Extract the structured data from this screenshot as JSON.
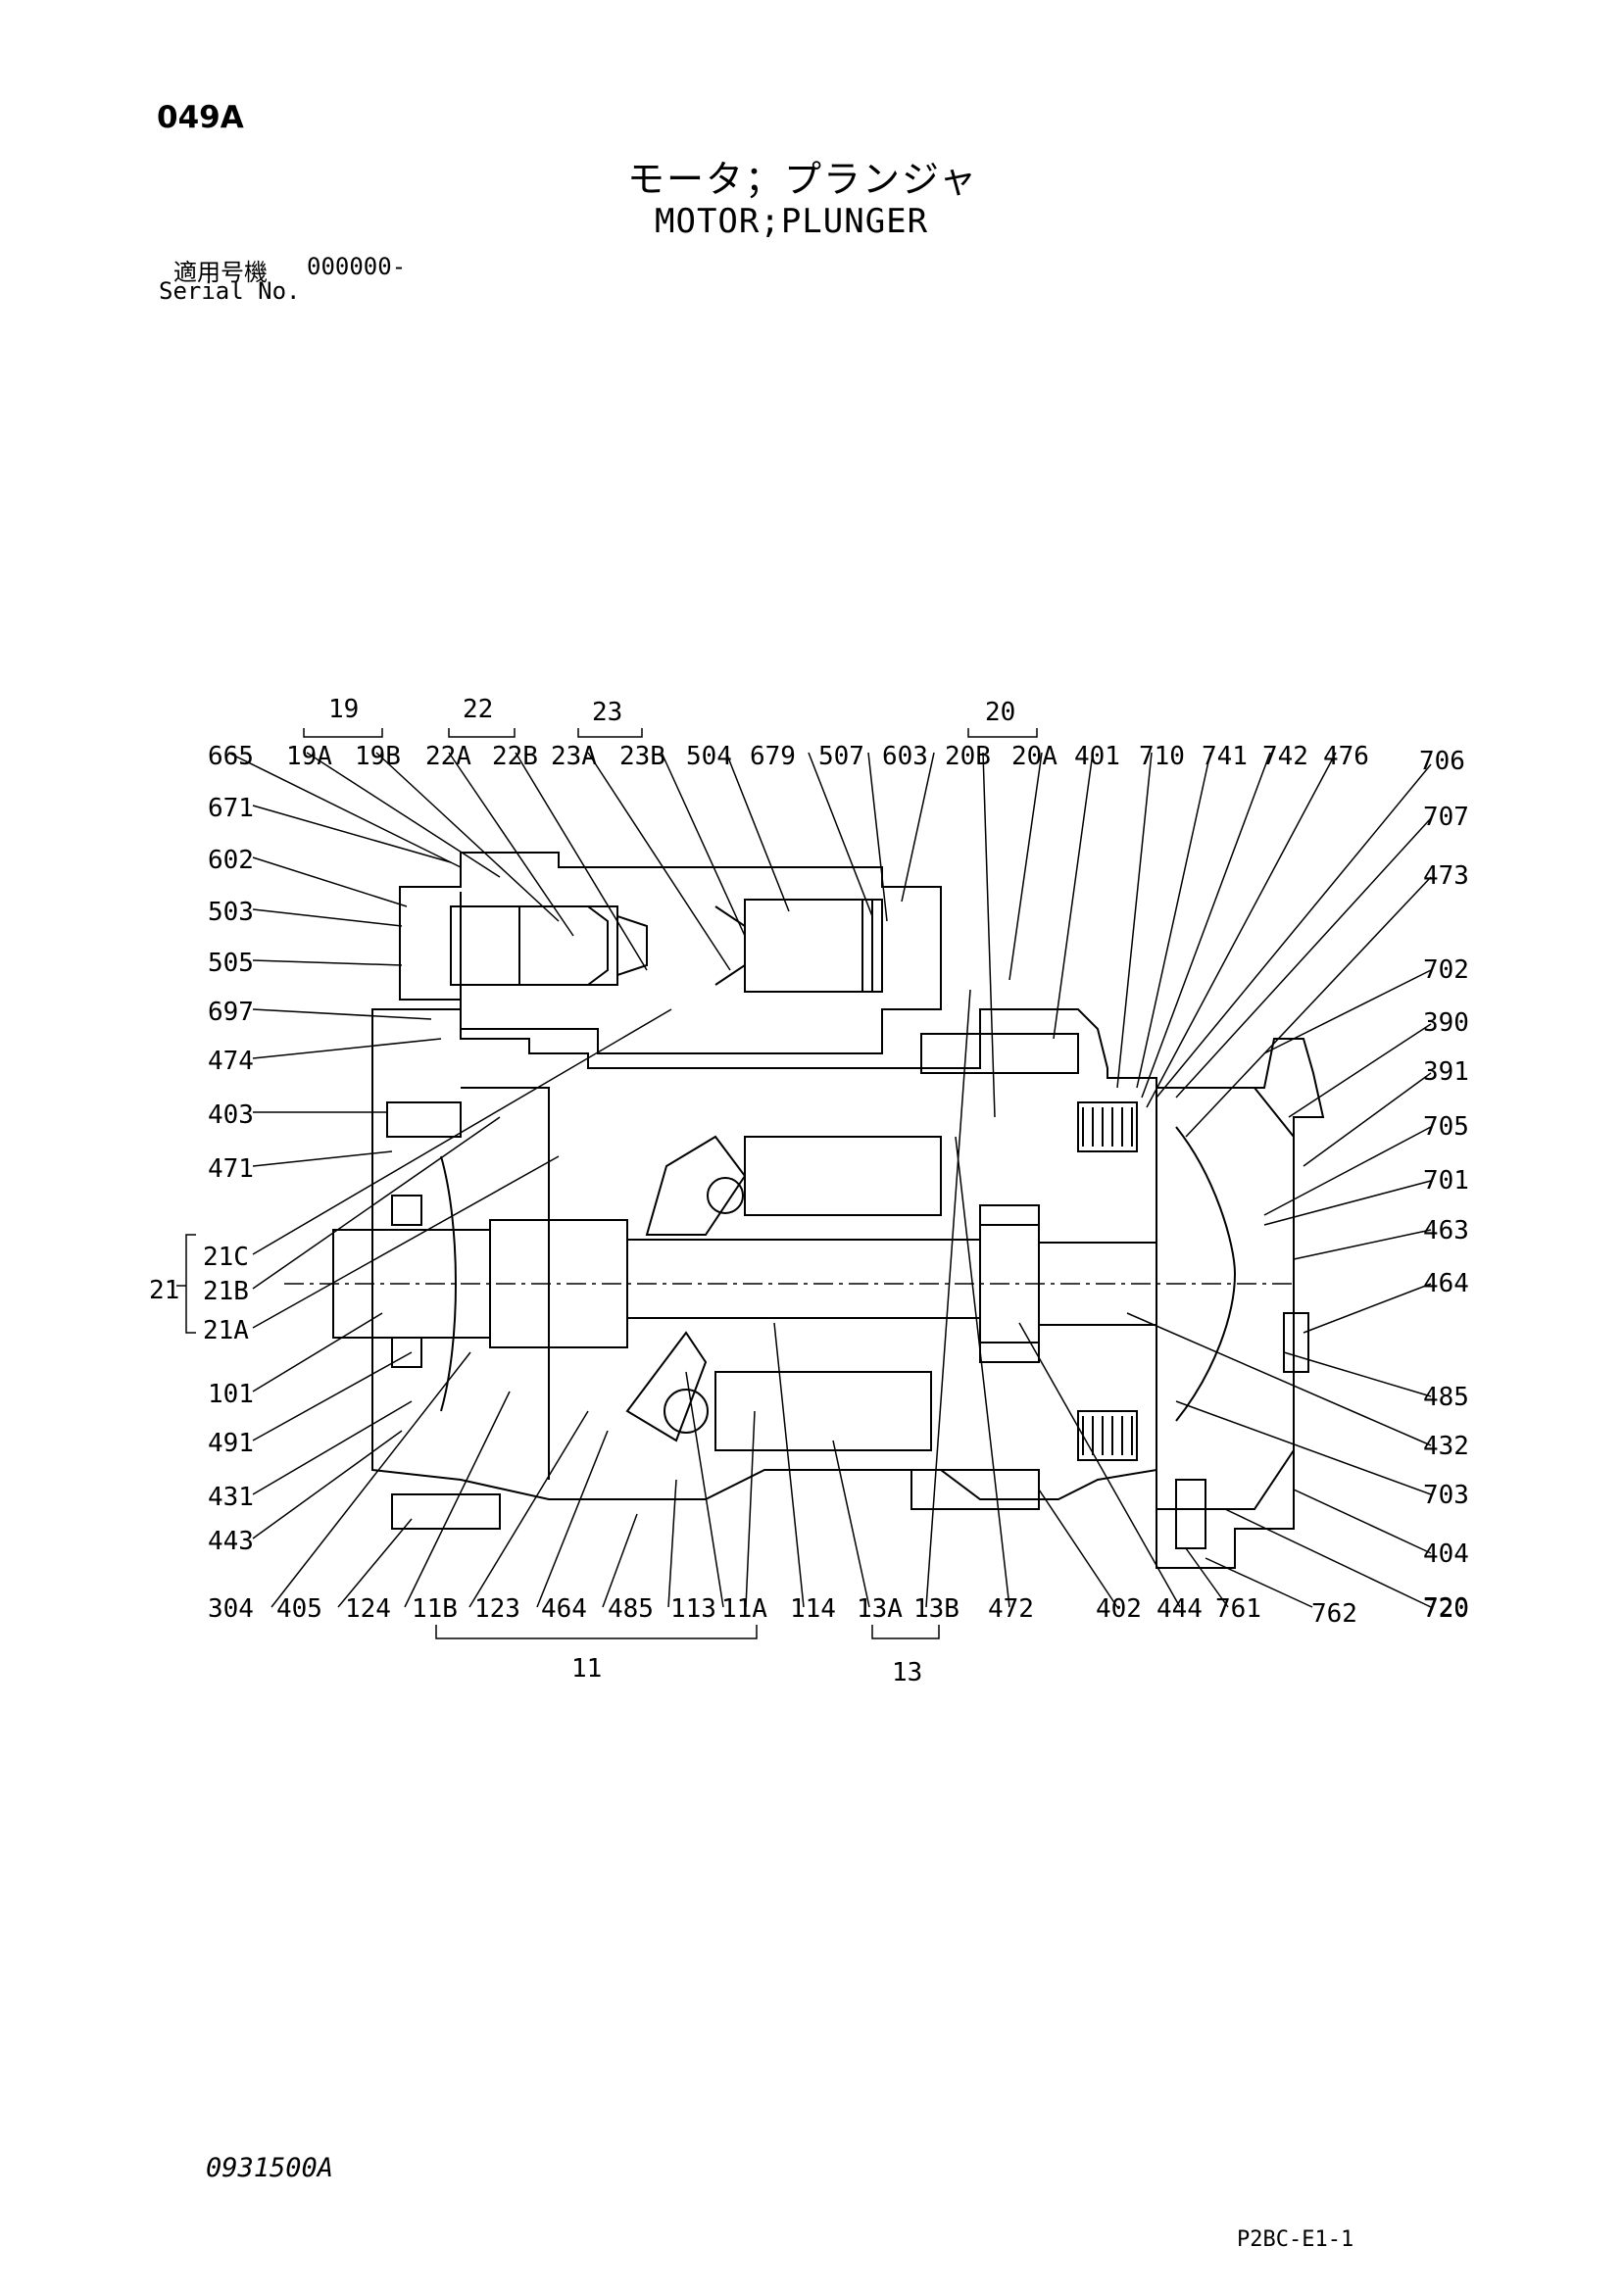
{
  "header": {
    "page_code": "049A",
    "title_jp": "モータ；プランジャ",
    "title_en": "MOTOR;PLUNGER",
    "serial_label_jp": "適用号機",
    "serial_value": "000000-",
    "serial_label_en": "Serial No."
  },
  "footer": {
    "drawing_number": "0931500A",
    "sheet_code": "P2BC-E1-1"
  },
  "diagram": {
    "group_labels": [
      "19",
      "22",
      "23",
      "20",
      "21",
      "11",
      "13"
    ],
    "top_labels": [
      "665",
      "19A",
      "19B",
      "22A",
      "22B",
      "23A",
      "23B",
      "504",
      "679",
      "507",
      "603",
      "20B",
      "20A",
      "401",
      "710",
      "741",
      "742",
      "476",
      "706"
    ],
    "left_labels": [
      "671",
      "602",
      "503",
      "505",
      "697",
      "474",
      "403",
      "471",
      "21C",
      "21B",
      "21A",
      "101",
      "491",
      "431",
      "443"
    ],
    "right_labels": [
      "707",
      "473",
      "702",
      "390",
      "391",
      "705",
      "701",
      "463",
      "464",
      "485",
      "432",
      "703",
      "404",
      "720"
    ],
    "bottom_labels": [
      "304",
      "405",
      "124",
      "11B",
      "123",
      "464",
      "485",
      "113",
      "11A",
      "114",
      "13A",
      "13B",
      "472",
      "402",
      "444",
      "761",
      "762",
      "720"
    ]
  }
}
